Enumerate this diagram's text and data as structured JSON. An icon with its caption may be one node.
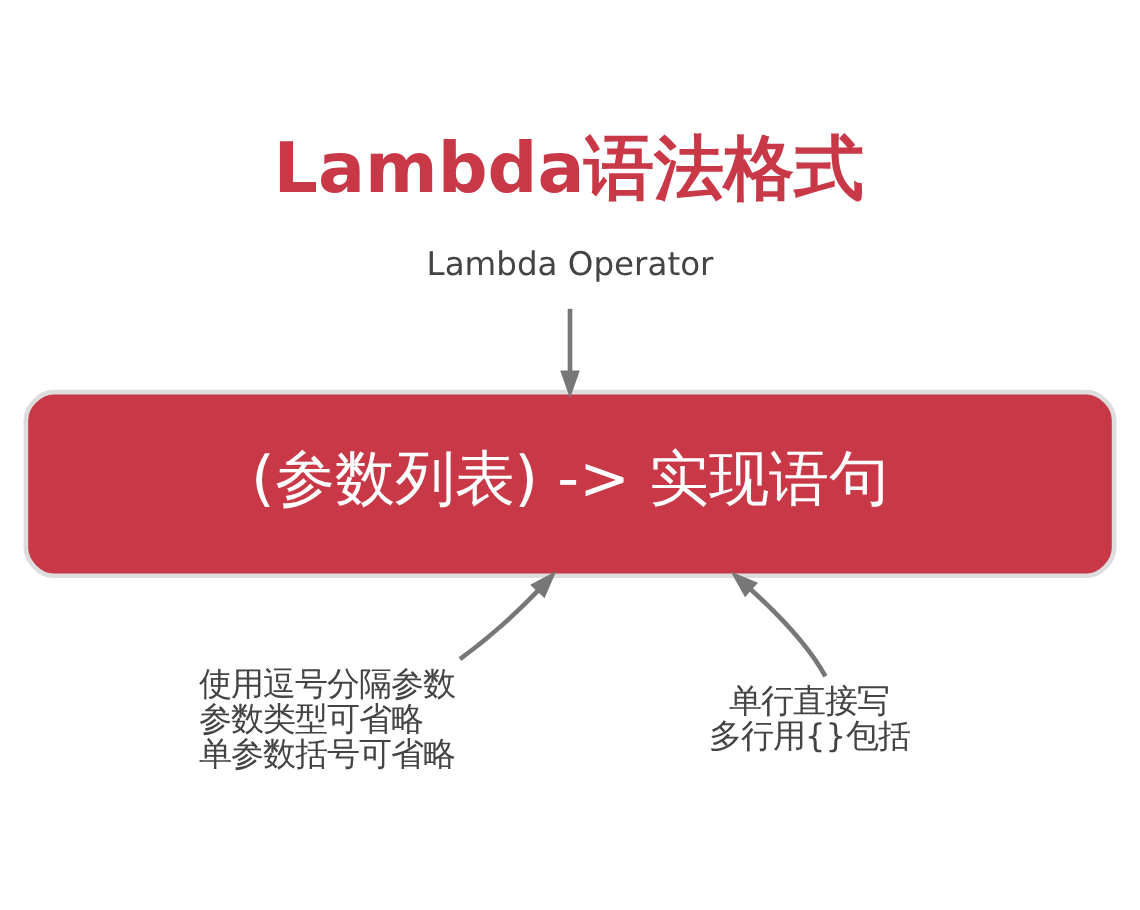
{
  "diagram": {
    "title": "Lambda语法格式",
    "nodes": [
      {
        "text": [
          "Lambda Operator"
        ]
      },
      {
        "text": [
          "(参数列表) -> 实现语句"
        ]
      },
      {
        "text": [
          "使用逗号分隔参数",
          "参数类型可省略",
          "单参数括号可省略"
        ]
      },
      {
        "text": [
          "单行直接写",
          "多行用{}包括"
        ]
      }
    ],
    "edges": [
      {
        "from": 0,
        "to": 1,
        "arrow": "to"
      },
      {
        "from": 2,
        "to": 1,
        "arrow": "to"
      },
      {
        "from": 3,
        "to": 1,
        "arrow": "to"
      }
    ]
  }
}
